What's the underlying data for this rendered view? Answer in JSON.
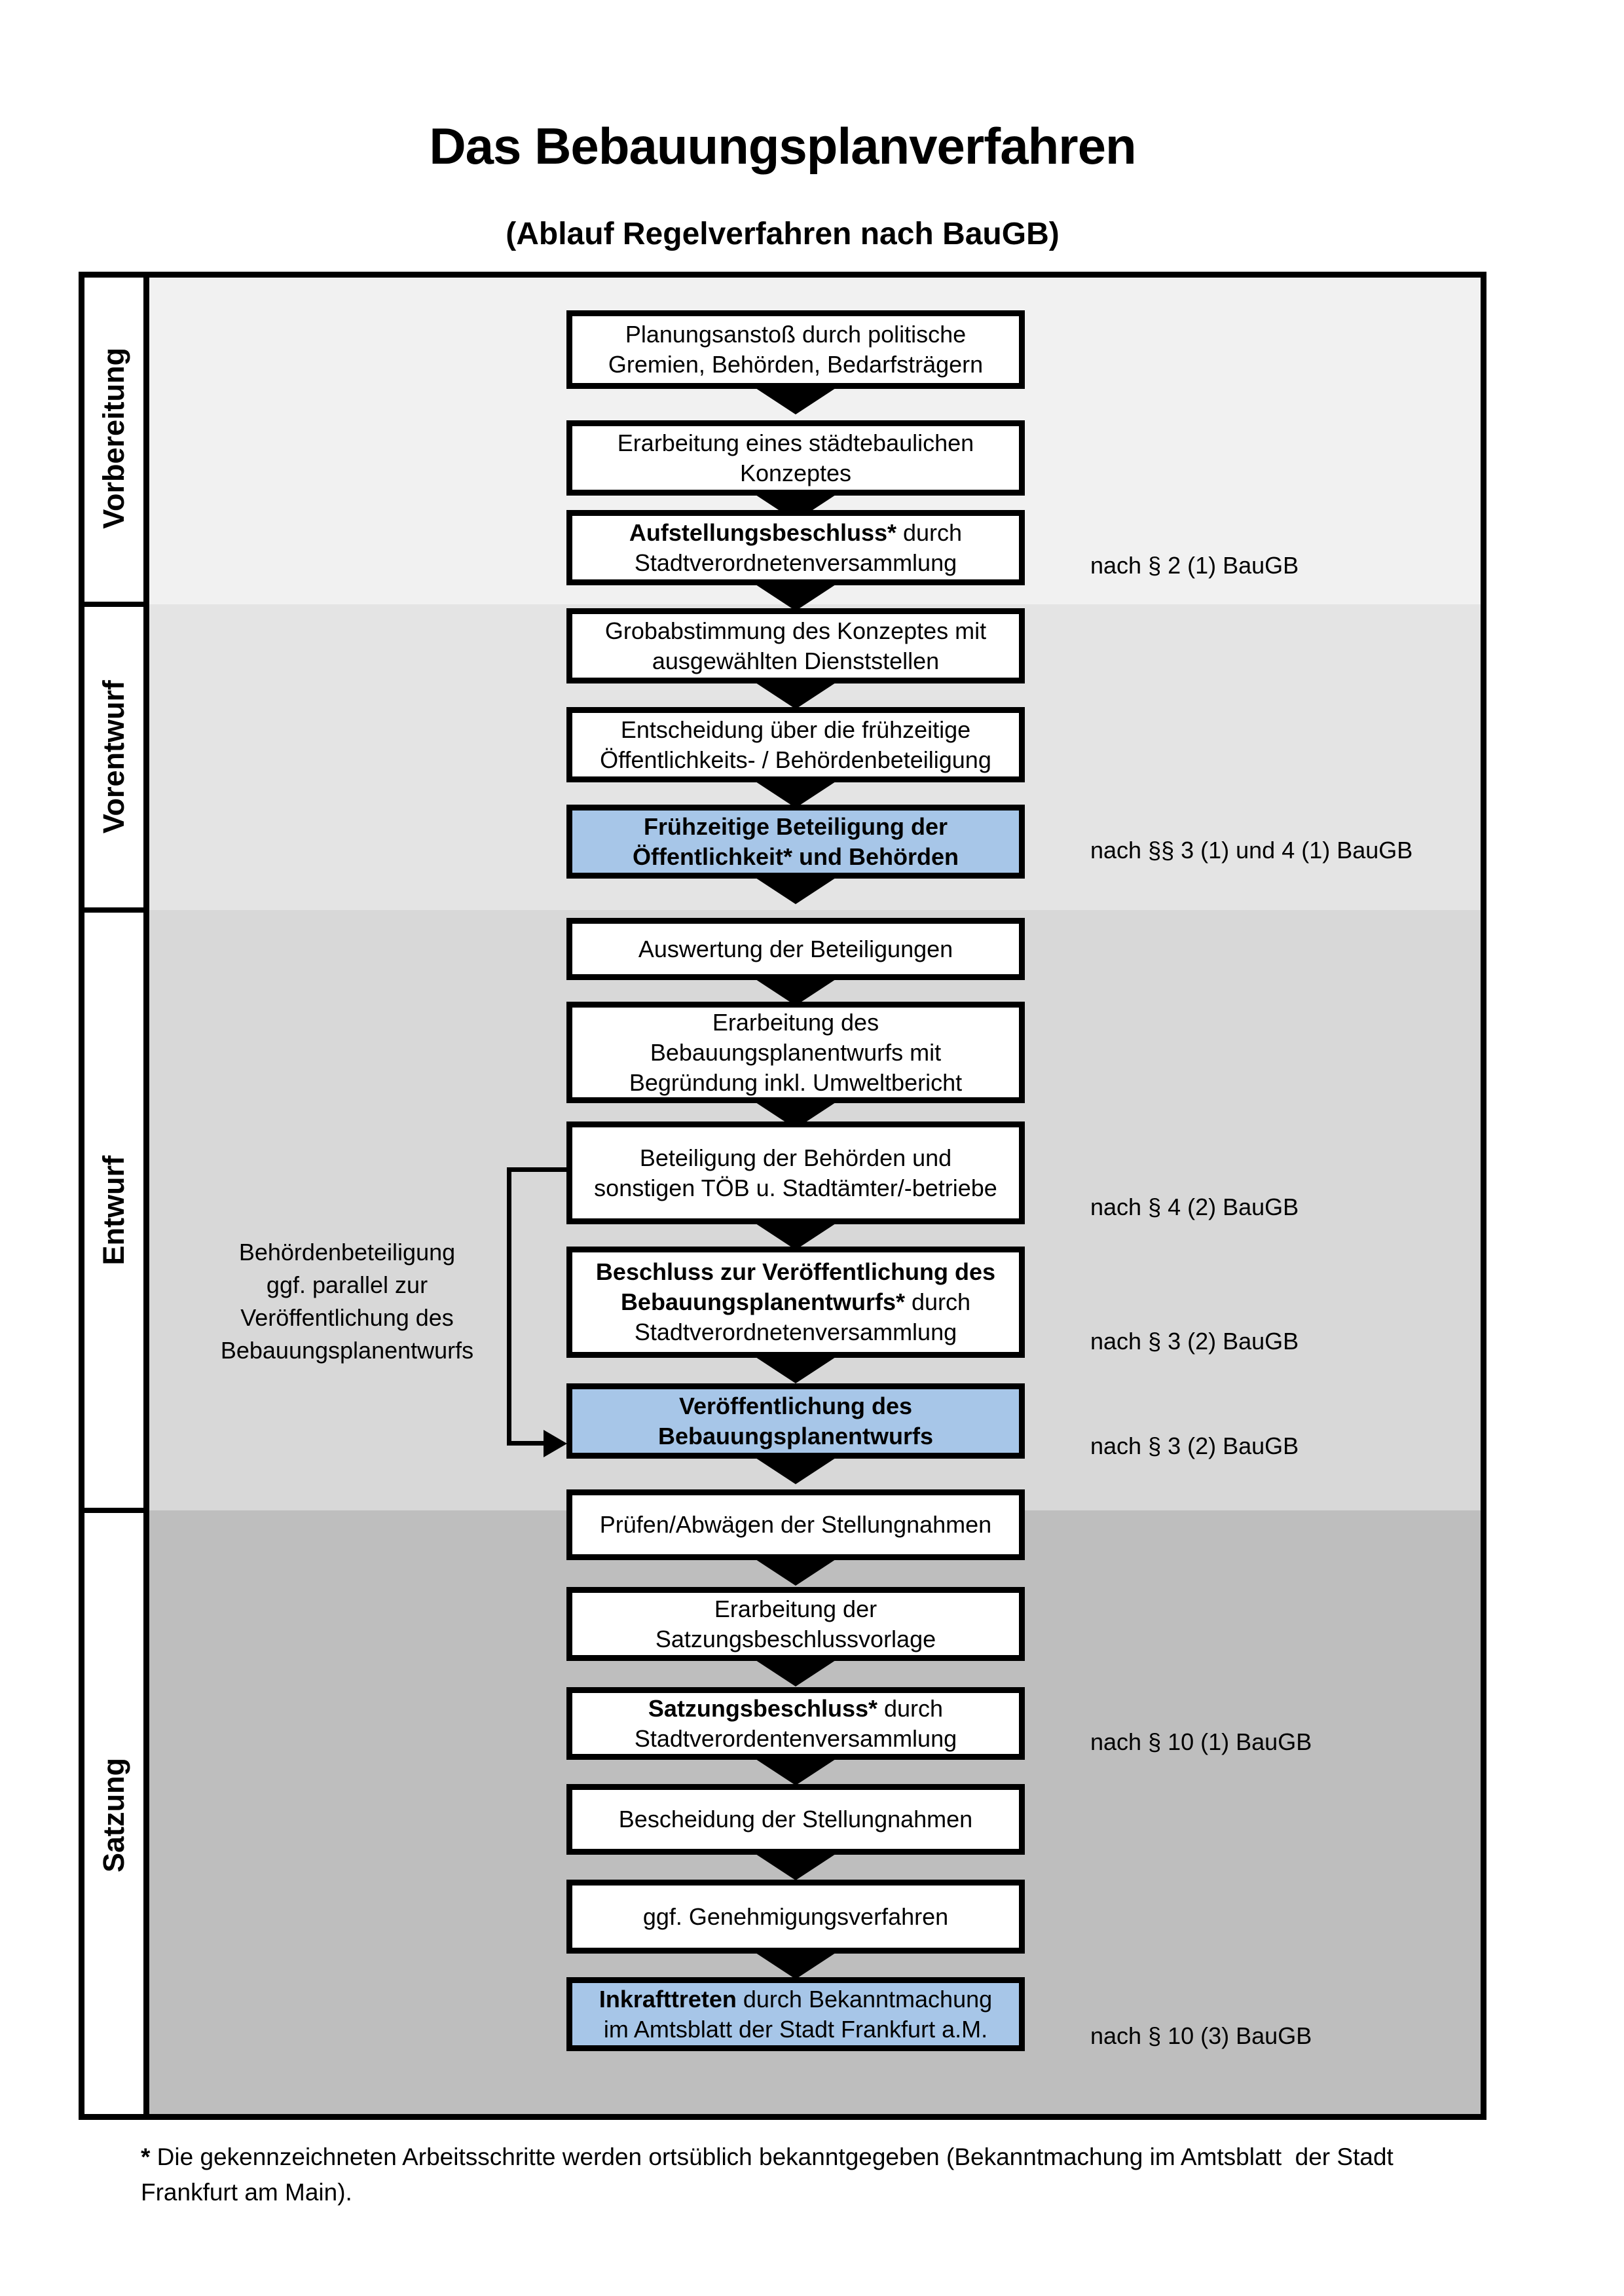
{
  "title": "Das Bebauungsplanverfahren",
  "subtitle": "(Ablauf Regelverfahren nach BauGB)",
  "colors": {
    "highlight_blue": "#a7c6e8",
    "section_vorbereitung": "#f1f1f1",
    "section_vorentwurf": "#e4e4e4",
    "section_entwurf": "#d8d8d8",
    "section_satzung": "#bebebe",
    "line_black": "#000000"
  },
  "sections": [
    {
      "id": "vorbereitung",
      "label": "Vorbereitung",
      "bg": "#f1f1f1"
    },
    {
      "id": "vorentwurf",
      "label": "Vorentwurf",
      "bg": "#e4e4e4"
    },
    {
      "id": "entwurf",
      "label": "Entwurf",
      "bg": "#d8d8d8"
    },
    {
      "id": "satzung",
      "label": "Satzung",
      "bg": "#bebebe"
    }
  ],
  "boxes": [
    {
      "id": "planungsanstoss",
      "highlight": false,
      "lines": [
        [
          {
            "t": "Planungsanstoß durch politische",
            "b": false
          }
        ],
        [
          {
            "t": "Gremien, Behörden, Bedarfsträgern",
            "b": false
          }
        ]
      ]
    },
    {
      "id": "staedtebauliches-konzept",
      "highlight": false,
      "lines": [
        [
          {
            "t": "Erarbeitung eines städtebaulichen",
            "b": false
          }
        ],
        [
          {
            "t": "Konzeptes",
            "b": false
          }
        ]
      ]
    },
    {
      "id": "aufstellungsbeschluss",
      "highlight": false,
      "lines": [
        [
          {
            "t": "Aufstellungsbeschluss*",
            "b": true
          },
          {
            "t": " durch",
            "b": false
          }
        ],
        [
          {
            "t": "Stadtverordnetenversammlung",
            "b": false
          }
        ]
      ]
    },
    {
      "id": "grobabstimmung",
      "highlight": false,
      "lines": [
        [
          {
            "t": "Grobabstimmung des Konzeptes mit",
            "b": false
          }
        ],
        [
          {
            "t": "ausgewählten Dienststellen",
            "b": false
          }
        ]
      ]
    },
    {
      "id": "entscheidung-fruehzeitige-beteiligung",
      "highlight": false,
      "lines": [
        [
          {
            "t": "Entscheidung über die frühzeitige",
            "b": false
          }
        ],
        [
          {
            "t": "Öffentlichkeits- / Behördenbeteiligung",
            "b": false
          }
        ]
      ]
    },
    {
      "id": "fruehzeitige-beteiligung",
      "highlight": true,
      "lines": [
        [
          {
            "t": "Frühzeitige Beteiligung der",
            "b": true
          }
        ],
        [
          {
            "t": "Öffentlichkeit* und Behörden",
            "b": true
          }
        ]
      ]
    },
    {
      "id": "auswertung-beteiligungen",
      "highlight": false,
      "lines": [
        [
          {
            "t": "Auswertung der Beteiligungen",
            "b": false
          }
        ]
      ]
    },
    {
      "id": "erarbeitung-bebauungsplanentwurf",
      "highlight": false,
      "lines": [
        [
          {
            "t": "Erarbeitung des",
            "b": false
          }
        ],
        [
          {
            "t": "Bebauungsplanentwurfs mit",
            "b": false
          }
        ],
        [
          {
            "t": "Begründung inkl. Umweltbericht",
            "b": false
          }
        ]
      ]
    },
    {
      "id": "behoerdenbeteiligung-toeb",
      "highlight": false,
      "lines": [
        [
          {
            "t": "Beteiligung der Behörden und",
            "b": false
          }
        ],
        [
          {
            "t": "sonstigen TÖB u. Stadtämter/-betriebe",
            "b": false
          }
        ]
      ]
    },
    {
      "id": "beschluss-veroeffentlichung",
      "highlight": false,
      "lines": [
        [
          {
            "t": "Beschluss zur Veröffentlichung des",
            "b": true
          }
        ],
        [
          {
            "t": "Bebauungsplanentwurfs*",
            "b": true
          },
          {
            "t": " durch",
            "b": false
          }
        ],
        [
          {
            "t": "Stadtverordnetenversammlung",
            "b": false
          }
        ]
      ]
    },
    {
      "id": "veroeffentlichung-entwurf",
      "highlight": true,
      "lines": [
        [
          {
            "t": "Veröffentlichung des",
            "b": true
          }
        ],
        [
          {
            "t": "Bebauungsplanentwurfs",
            "b": true
          }
        ]
      ]
    },
    {
      "id": "pruefen-abwaegen",
      "highlight": false,
      "lines": [
        [
          {
            "t": "Prüfen/Abwägen der Stellungnahmen",
            "b": false
          }
        ]
      ]
    },
    {
      "id": "satzungsbeschlussvorlage",
      "highlight": false,
      "lines": [
        [
          {
            "t": "Erarbeitung der",
            "b": false
          }
        ],
        [
          {
            "t": "Satzungsbeschlussvorlage",
            "b": false
          }
        ]
      ]
    },
    {
      "id": "satzungsbeschluss",
      "highlight": false,
      "lines": [
        [
          {
            "t": "Satzungsbeschluss*",
            "b": true
          },
          {
            "t": " durch",
            "b": false
          }
        ],
        [
          {
            "t": "Stadtverordentenversammlung",
            "b": false
          }
        ]
      ]
    },
    {
      "id": "bescheidung-stellungnahmen",
      "highlight": false,
      "lines": [
        [
          {
            "t": "Bescheidung der Stellungnahmen",
            "b": false
          }
        ]
      ]
    },
    {
      "id": "genehmigungsverfahren",
      "highlight": false,
      "lines": [
        [
          {
            "t": "ggf. Genehmigungsverfahren",
            "b": false
          }
        ]
      ]
    },
    {
      "id": "inkrafttreten",
      "highlight": true,
      "lines": [
        [
          {
            "t": "Inkrafttreten",
            "b": true
          },
          {
            "t": " durch Bekanntmachung",
            "b": false
          }
        ],
        [
          {
            "t": "im Amtsblatt der Stadt Frankfurt a.M.",
            "b": false
          }
        ]
      ]
    }
  ],
  "refs": [
    {
      "text": "nach § 2 (1) BauGB"
    },
    {
      "text": "nach §§ 3 (1) und 4 (1) BauGB"
    },
    {
      "text": "nach § 4 (2) BauGB"
    },
    {
      "text": "nach § 3 (2) BauGB"
    },
    {
      "text": "nach § 3 (2) BauGB"
    },
    {
      "text": "nach § 10 (1) BauGB"
    },
    {
      "text": "nach § 10 (3) BauGB"
    }
  ],
  "side_note": {
    "lines": [
      "Behördenbeteiligung",
      "ggf. parallel zur",
      "Veröffentlichung des",
      "Bebauungsplanentwurfs"
    ]
  },
  "footnote": {
    "star": "*",
    "line1": " Die gekennzeichneten Arbeitsschritte werden ortsüblich bekanntgegeben (Bekanntmachung im Amtsblatt  der Stadt",
    "line2": "Frankfurt am Main)."
  }
}
